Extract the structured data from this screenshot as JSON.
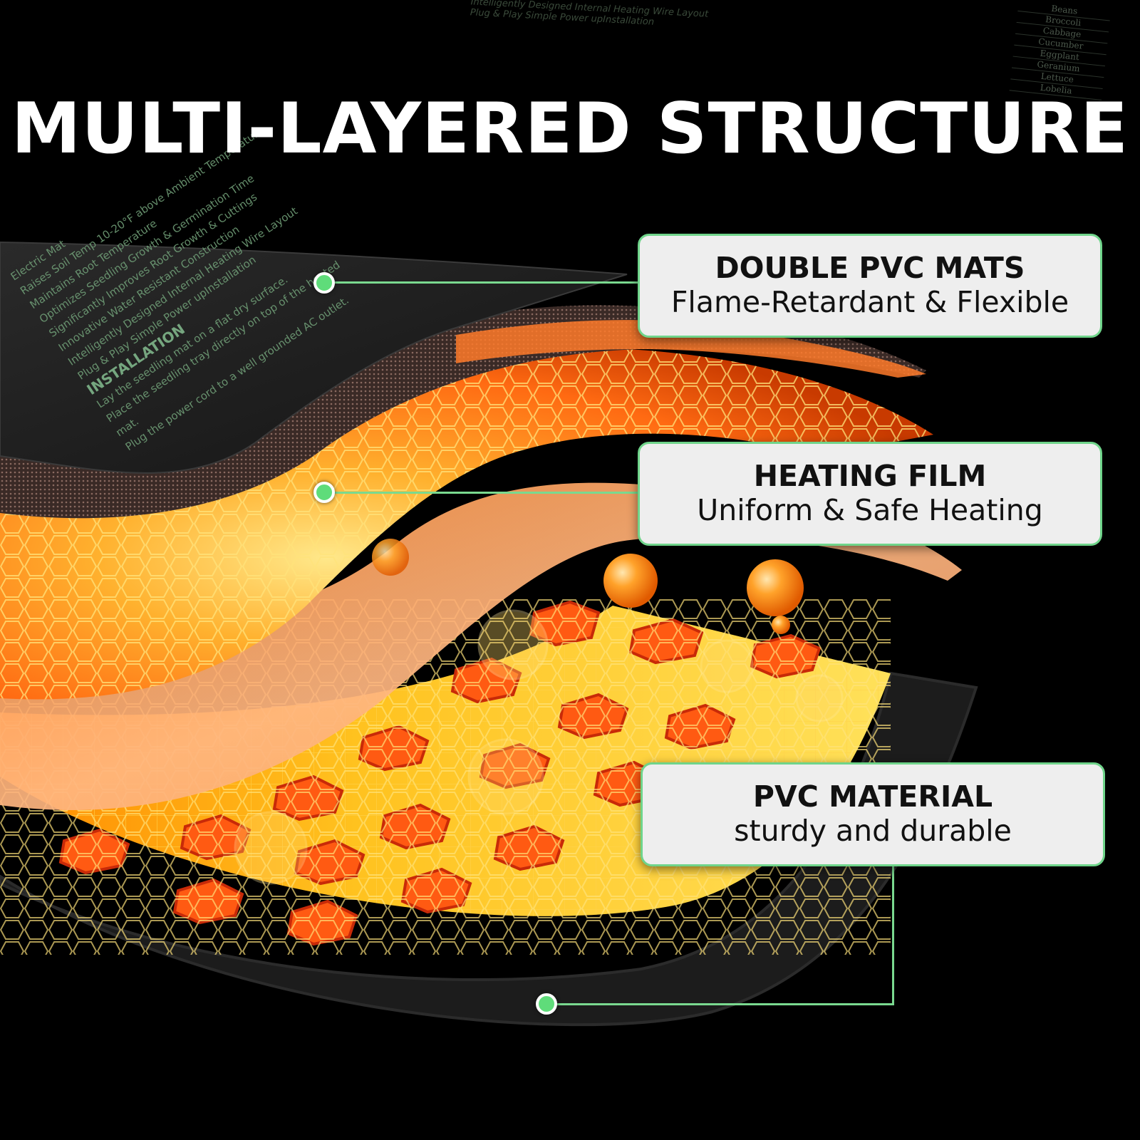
{
  "title": "MULTI-LAYERED STRUCTURE",
  "callouts": [
    {
      "heading": "DOUBLE PVC MATS",
      "subtitle": "Flame-Retardant & Flexible"
    },
    {
      "heading": "HEATING FILM",
      "subtitle": "Uniform & Safe Heating"
    },
    {
      "heading": "PVC MATERIAL",
      "subtitle": "sturdy and durable"
    }
  ],
  "background_text": {
    "top_lines": [
      "Intelligently Designed Internal Heating Wire Layout",
      "Plug & Play Simple Power upInstallation"
    ],
    "vegetables": [
      "Beans",
      "Broccoli",
      "Cabbage",
      "Cucumber",
      "Eggplant",
      "Geranium",
      "Lettuce",
      "Lobelia"
    ],
    "mat_lines": [
      "Electric Mat",
      "Raises Soil Temp 10-20°F above Ambient Temperature",
      "Maintains Root Temperature",
      "Optimizes Seedling Growth & Germination Time",
      "Significantly Improves Root Growth & Cuttings",
      "Innovative Water Resistant Construction",
      "Intelligently Designed Internal Heating Wire Layout",
      "Plug & Play Simple Power upInstallation"
    ],
    "installation_heading": "INSTALLATION",
    "installation_lines": [
      "Lay the seedling mat on a flat dry surface.",
      "Place the seedling tray directly on top of the heated mat.",
      "Plug the power cord to a well grounded AC outlet."
    ]
  },
  "colors": {
    "accent_green": "#6fd48a",
    "dot_green": "#5fdc7a",
    "callout_bg": "#eeeeee",
    "heat_orange": "#ff7a1a",
    "heat_yellow": "#ffd23a",
    "mat_dark": "#1a1a1a"
  }
}
